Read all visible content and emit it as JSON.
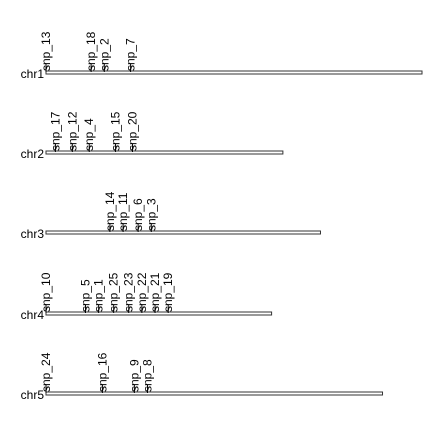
{
  "chart_data": {
    "type": "chromosome_map",
    "chromosomes": [
      {
        "name": "chr1",
        "length": 100,
        "snps": [
          {
            "id": "snp_13",
            "pos": 0
          },
          {
            "id": "snp_18",
            "pos": 12
          },
          {
            "id": "snp_2",
            "pos": 15.5
          },
          {
            "id": "snp_7",
            "pos": 22.5
          }
        ]
      },
      {
        "name": "chr2",
        "length": 63,
        "snps": [
          {
            "id": "snp_17",
            "pos": 2.5
          },
          {
            "id": "snp_12",
            "pos": 7
          },
          {
            "id": "snp_4",
            "pos": 11.5
          },
          {
            "id": "snp_15",
            "pos": 18.5
          },
          {
            "id": "snp_20",
            "pos": 23
          }
        ]
      },
      {
        "name": "chr3",
        "length": 73,
        "snps": [
          {
            "id": "snp_14",
            "pos": 17
          },
          {
            "id": "snp_11",
            "pos": 20.5
          },
          {
            "id": "snp_6",
            "pos": 24.5
          },
          {
            "id": "snp_3",
            "pos": 28
          }
        ]
      },
      {
        "name": "chr4",
        "length": 60,
        "snps": [
          {
            "id": "snp_10",
            "pos": 0
          },
          {
            "id": "snp_5",
            "pos": 10.5
          },
          {
            "id": "snp_1",
            "pos": 14
          },
          {
            "id": "snp_25",
            "pos": 18
          },
          {
            "id": "snp_23",
            "pos": 22
          },
          {
            "id": "snp_22",
            "pos": 25.5
          },
          {
            "id": "snp_21",
            "pos": 29
          },
          {
            "id": "snp_19",
            "pos": 32.5
          }
        ]
      },
      {
        "name": "chr5",
        "length": 89.5,
        "snps": [
          {
            "id": "snp_24",
            "pos": 0
          },
          {
            "id": "snp_16",
            "pos": 15
          },
          {
            "id": "snp_9",
            "pos": 23.5
          },
          {
            "id": "snp_8",
            "pos": 27
          }
        ]
      }
    ]
  }
}
